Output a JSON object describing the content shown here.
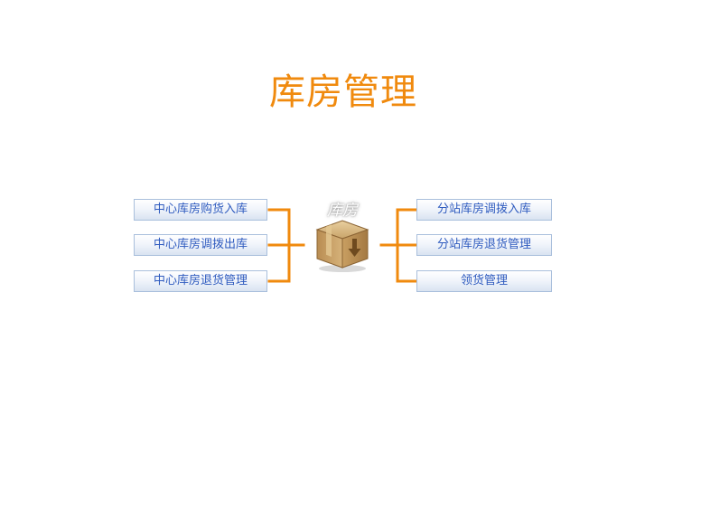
{
  "page": {
    "title": "库房管理"
  },
  "hub": {
    "label": "库房",
    "icon": "box-download-icon"
  },
  "left_buttons": [
    {
      "label": "中心库房购货入库"
    },
    {
      "label": "中心库房调拨出库"
    },
    {
      "label": "中心库房退货管理"
    }
  ],
  "right_buttons": [
    {
      "label": "分站库房调拨入库"
    },
    {
      "label": "分站库房退货管理"
    },
    {
      "label": "领货管理"
    }
  ],
  "colors": {
    "accent": "#f08a0e",
    "connector": "#f08a0e",
    "button_text": "#2f5bbf",
    "button_border": "#a9bfdc"
  }
}
